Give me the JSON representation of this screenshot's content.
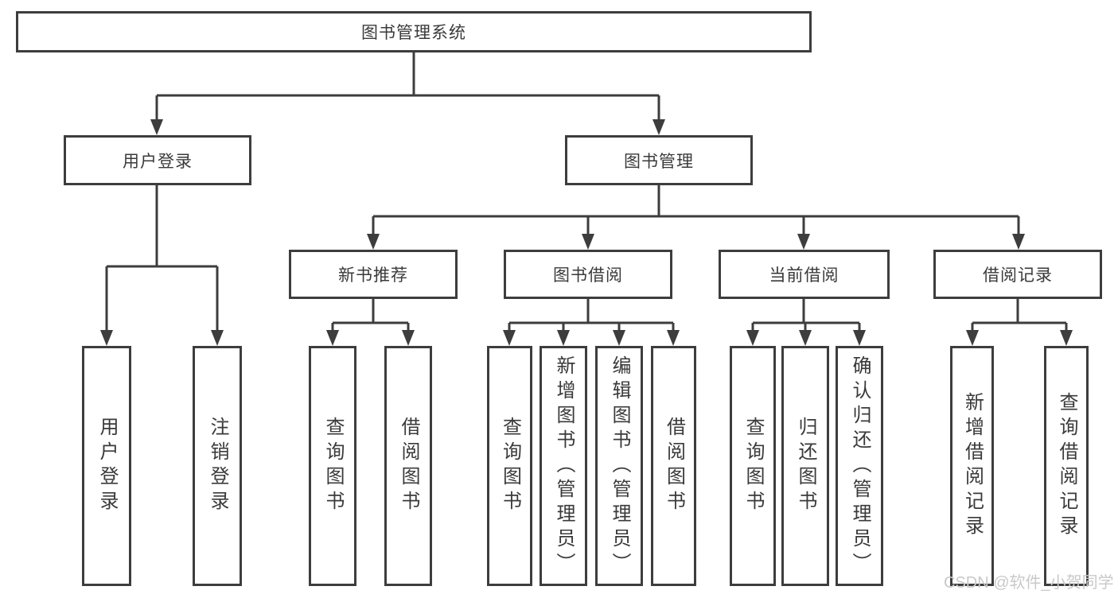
{
  "diagram_type": "hierarchy-tree",
  "colors": {
    "line": "#3d3d3d",
    "box_border": "#3d3d3d",
    "text": "#3a3a3a",
    "watermark": "#c9c9c9",
    "background": "#ffffff"
  },
  "watermark": "CSDN @软件_小贺同学",
  "tree": {
    "label": "图书管理系统",
    "children": [
      {
        "label": "用户登录",
        "children": [
          {
            "label": "用户登录"
          },
          {
            "label": "注销登录"
          }
        ]
      },
      {
        "label": "图书管理",
        "children": [
          {
            "label": "新书推荐",
            "children": [
              {
                "label": "查询图书"
              },
              {
                "label": "借阅图书"
              }
            ]
          },
          {
            "label": "图书借阅",
            "children": [
              {
                "label": "查询图书"
              },
              {
                "label": "新增图书（管理员）"
              },
              {
                "label": "编辑图书（管理员）"
              },
              {
                "label": "借阅图书"
              }
            ]
          },
          {
            "label": "当前借阅",
            "children": [
              {
                "label": "查询图书"
              },
              {
                "label": "归还图书"
              },
              {
                "label": "确认归还（管理员）"
              }
            ]
          },
          {
            "label": "借阅记录",
            "children": [
              {
                "label": "新增借阅记录"
              },
              {
                "label": "查询借阅记录"
              }
            ]
          }
        ]
      }
    ]
  }
}
